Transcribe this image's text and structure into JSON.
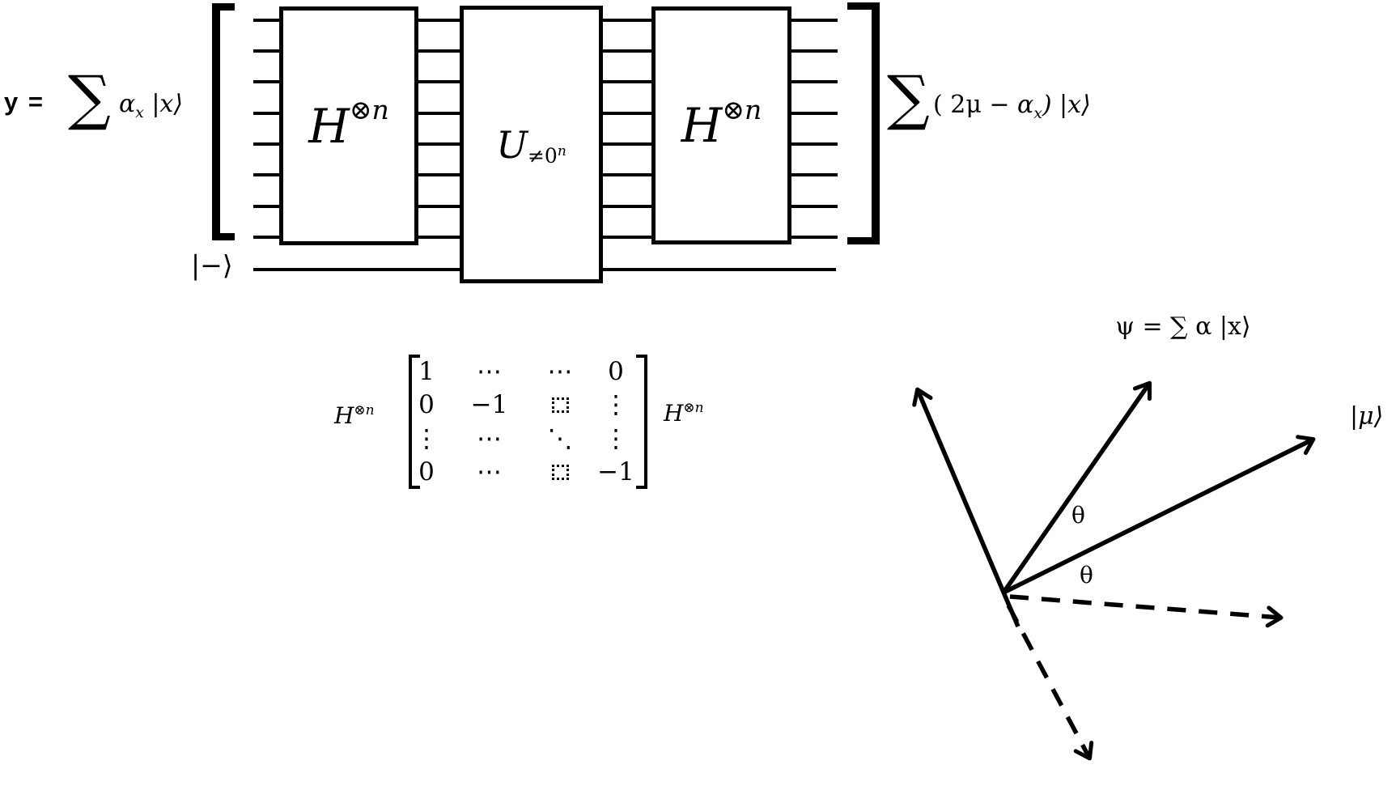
{
  "figure": {
    "background": "#ffffff",
    "ink": "#000000"
  },
  "circuit": {
    "input_state": {
      "prefix": "y =",
      "sum": "∑",
      "alpha": "α",
      "alpha_sub": "x",
      "ket": "|x⟩"
    },
    "wire_count": 8,
    "gates": {
      "h_left": {
        "base": "H",
        "sup": "⊗n"
      },
      "oracle": {
        "base": "U",
        "sub": "≠0",
        "sub_sup": "n"
      },
      "h_right": {
        "base": "H",
        "sup": "⊗n"
      }
    },
    "ancilla_label": "|−⟩",
    "output_state": {
      "sum": "∑",
      "open": "( 2μ − ",
      "alpha": "α",
      "alpha_sub": "x",
      "close": ") |x⟩"
    }
  },
  "matrix": {
    "left_operator": {
      "base": "H",
      "sup": "⊗n"
    },
    "right_operator": {
      "base": "H",
      "sup": "⊗n"
    },
    "box_token": "□",
    "rows": [
      [
        "1",
        "⋯",
        "⋯",
        "0"
      ],
      [
        "0",
        "−1",
        "□",
        "⋮"
      ],
      [
        "⋮",
        "⋯",
        "⋱",
        "⋮"
      ],
      [
        "0",
        "⋯",
        "□",
        "−1"
      ]
    ]
  },
  "vector_diagram": {
    "psi_label": "ψ = ∑ α |x⟩",
    "mu_label": "|μ⟩",
    "theta_upper": "θ",
    "theta_lower": "θ"
  }
}
